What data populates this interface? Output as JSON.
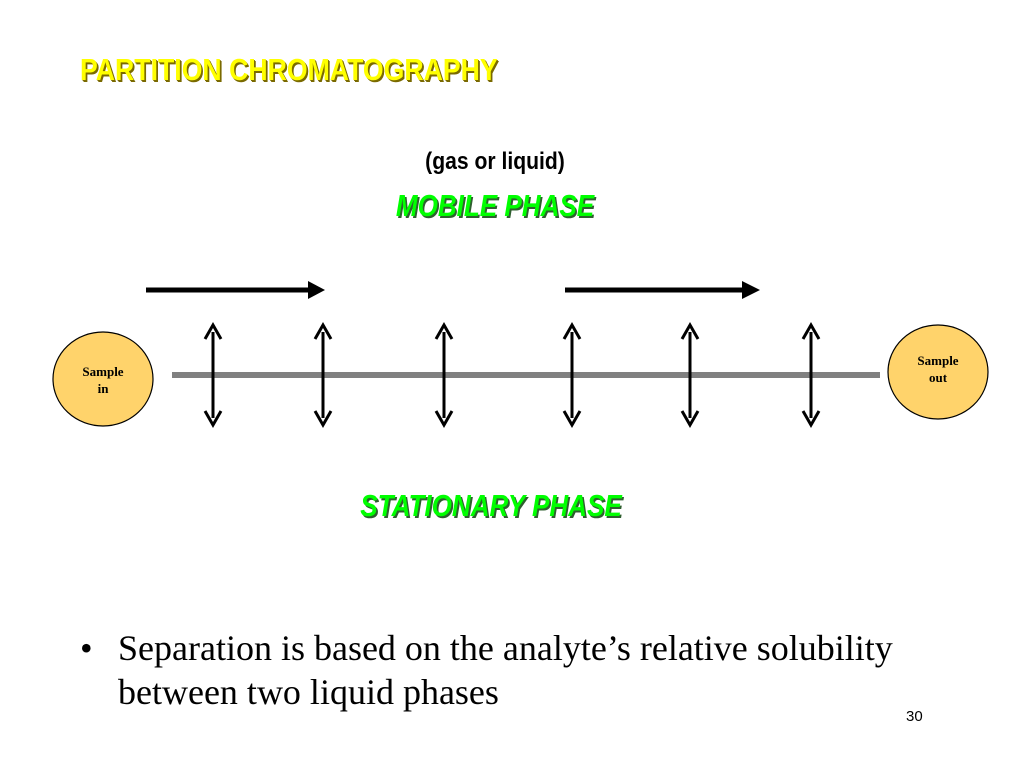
{
  "slide": {
    "title": "PARTITION CHROMATOGRAPHY",
    "subtitle": "(gas or liquid)",
    "mobile_phase_label": "MOBILE  PHASE",
    "stationary_phase_label": "STATIONARY PHASE",
    "sample_in": [
      "Sample",
      "in"
    ],
    "sample_out": [
      "Sample",
      "out"
    ],
    "bullet_marker": "•",
    "bullet_text": "Separation is based on the analyte’s relative solubility between two liquid phases",
    "page_number": "30"
  },
  "colors": {
    "title": "#ffff00",
    "phase_labels": "#00ff00",
    "sample_nodes": "#ffd36b",
    "column_line": "#808080",
    "arrows": "#000000"
  },
  "icons": {
    "flow_arrows": "right-arrow",
    "partition_arrows": "double-vertical-arrow"
  }
}
